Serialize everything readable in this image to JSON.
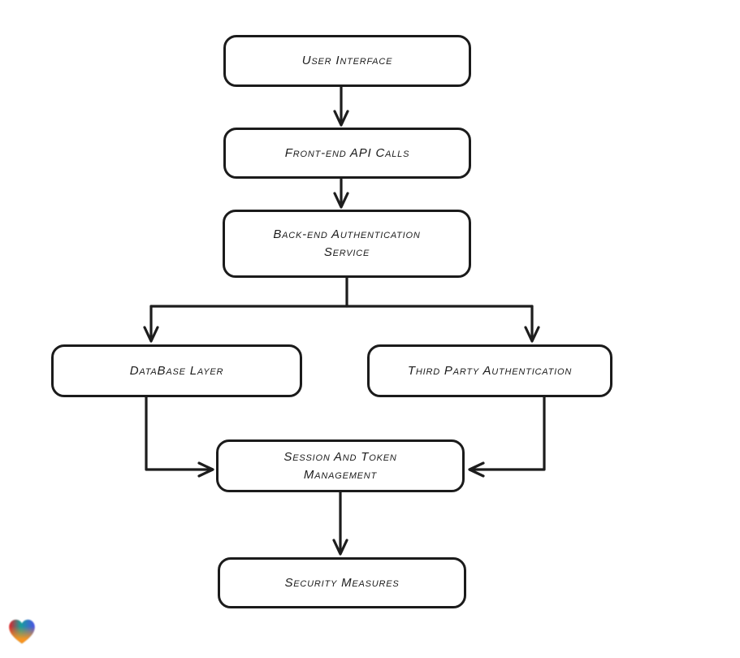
{
  "diagram": {
    "type": "flowchart",
    "nodes": [
      {
        "id": "user-interface",
        "label": "User Interface"
      },
      {
        "id": "front-end-api-calls",
        "label": "Front-end API Calls"
      },
      {
        "id": "back-end-auth-service",
        "label": "Back-end Authentication Service"
      },
      {
        "id": "database-layer",
        "label": "DataBase Layer"
      },
      {
        "id": "third-party-auth",
        "label": "Third Party Authentication"
      },
      {
        "id": "session-token-mgmt",
        "label": "Session And Token Management"
      },
      {
        "id": "security-measures",
        "label": "Security Measures"
      }
    ],
    "edges": [
      {
        "from": "user-interface",
        "to": "front-end-api-calls"
      },
      {
        "from": "front-end-api-calls",
        "to": "back-end-auth-service"
      },
      {
        "from": "back-end-auth-service",
        "to": "database-layer"
      },
      {
        "from": "back-end-auth-service",
        "to": "third-party-auth"
      },
      {
        "from": "database-layer",
        "to": "session-token-mgmt"
      },
      {
        "from": "third-party-auth",
        "to": "session-token-mgmt"
      },
      {
        "from": "session-token-mgmt",
        "to": "security-measures"
      }
    ],
    "style": {
      "stroke_color": "#1d1d1d",
      "node_fill": "#ffffff",
      "background": "#ffffff"
    },
    "logo": {
      "icon": "gradient-heart-logo",
      "colors": [
        "#e41e26",
        "#159f9b",
        "#4b50e6",
        "#f79421"
      ]
    }
  }
}
